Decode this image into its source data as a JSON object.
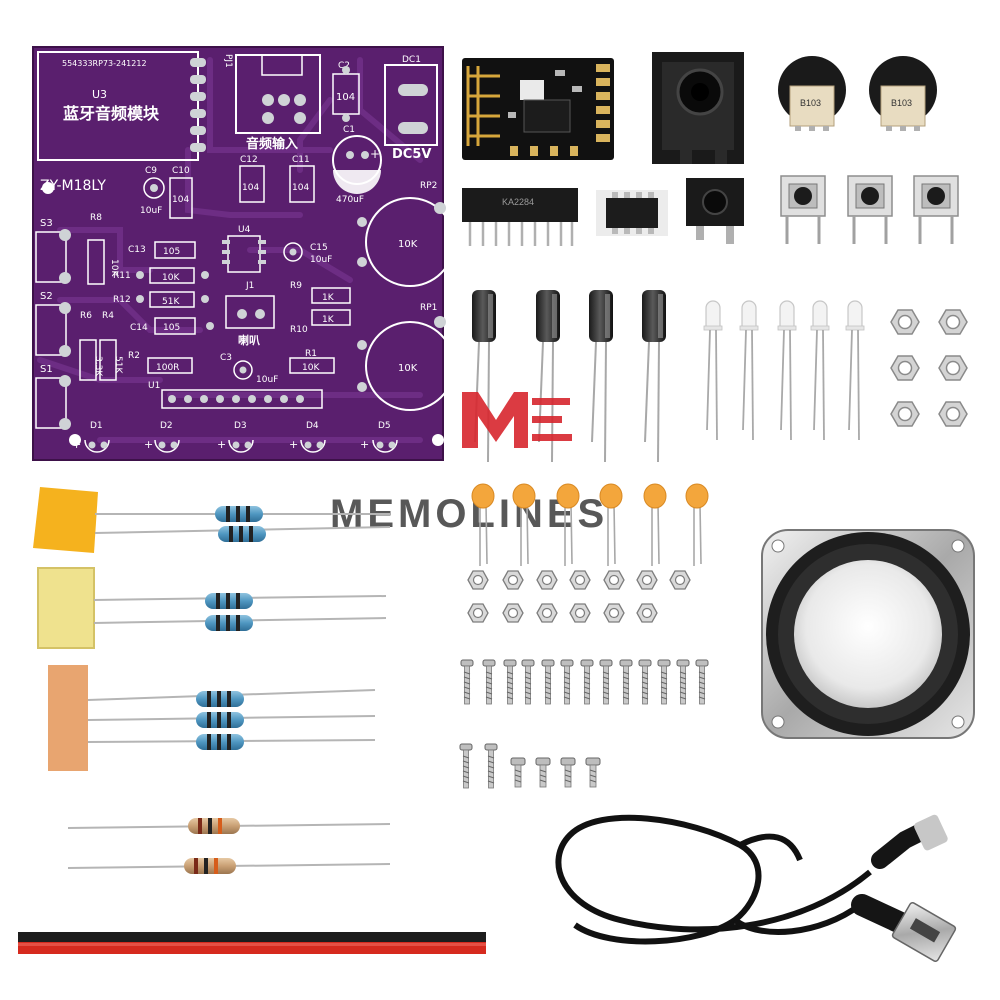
{
  "pcb": {
    "serial": "554333RP73-241212",
    "module_ref": "U3",
    "module_title": "蓝牙音频模块",
    "model": "ZY-M18LY",
    "audio_in_label": "音频输入",
    "power_label": "DC5V",
    "speaker_label": "喇叭",
    "refs": {
      "pj1": "PJ1",
      "dc1": "DC1",
      "c2": "C2",
      "c2v": "104",
      "c1": "C1",
      "c1v": "470uF",
      "c12": "C12",
      "c12v": "104",
      "c11": "C11",
      "c11v": "104",
      "c9": "C9",
      "c9v": "10uF",
      "c10": "C10",
      "c10v": "104",
      "u4": "U4",
      "c13": "C13",
      "c13v": "105",
      "c15": "C15",
      "c15v": "10uF",
      "r11": "R11",
      "r11v": "10K",
      "r12": "R12",
      "r12v": "51K",
      "c14": "C14",
      "c14v": "105",
      "j1": "J1",
      "r9": "R9",
      "r9v": "1K",
      "r10": "R10",
      "r10v": "1K",
      "r8": "R8",
      "r8v": "10K",
      "r6": "R6",
      "r6v": "3.3K",
      "r4": "R4",
      "r4v": "51K",
      "r2": "R2",
      "r2v": "100R",
      "c3": "C3",
      "c3v": "10uF",
      "r1": "R1",
      "r1v": "10K",
      "u1": "U1",
      "s1": "S1",
      "s2": "S2",
      "s3": "S3",
      "rp1": "RP1",
      "rp1v": "10K",
      "rp2": "RP2",
      "rp2v": "10K",
      "d1": "D1",
      "d2": "D2",
      "d3": "D3",
      "d4": "D4",
      "d5": "D5"
    }
  },
  "chips": {
    "ka2284": "KA2284",
    "pot_value": "B103"
  },
  "watermark": {
    "brand": "MEMOLINES",
    "logo_letter": "M",
    "color": "#d7262e"
  },
  "colors": {
    "pcb": "#5a1f6e",
    "pcb_trace": "#6d2d84",
    "silk": "#ffffff",
    "pad": "#cfd3d6",
    "wire_red": "#d62a1e"
  }
}
